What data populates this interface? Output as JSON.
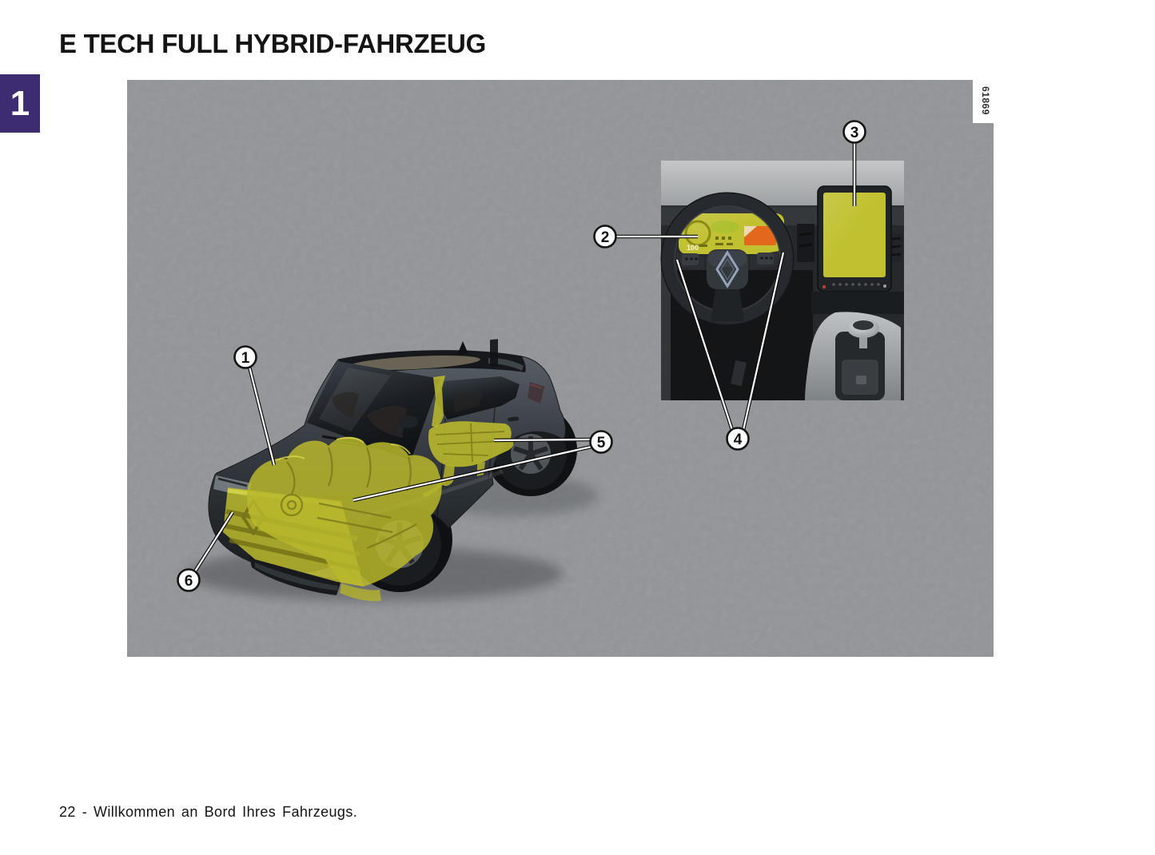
{
  "page": {
    "title": "E TECH FULL HYBRID-FAHRZEUG",
    "chapter_tab": "1",
    "footer": "22 - Willkommen an Bord Ihres Fahrzeugs.",
    "image_ref": "61869"
  },
  "figure": {
    "callouts": [
      {
        "label": "1"
      },
      {
        "label": "2"
      },
      {
        "label": "3"
      },
      {
        "label": "4"
      },
      {
        "label": "5"
      },
      {
        "label": "6"
      }
    ],
    "cluster_readout": "100",
    "colors": {
      "chapter_tab_purple": "#3d2d70",
      "highlight_yellow": "#bcbb2e",
      "cluster_warning_orange": "#e2681b",
      "asphalt_gray": "#8f9295"
    }
  }
}
